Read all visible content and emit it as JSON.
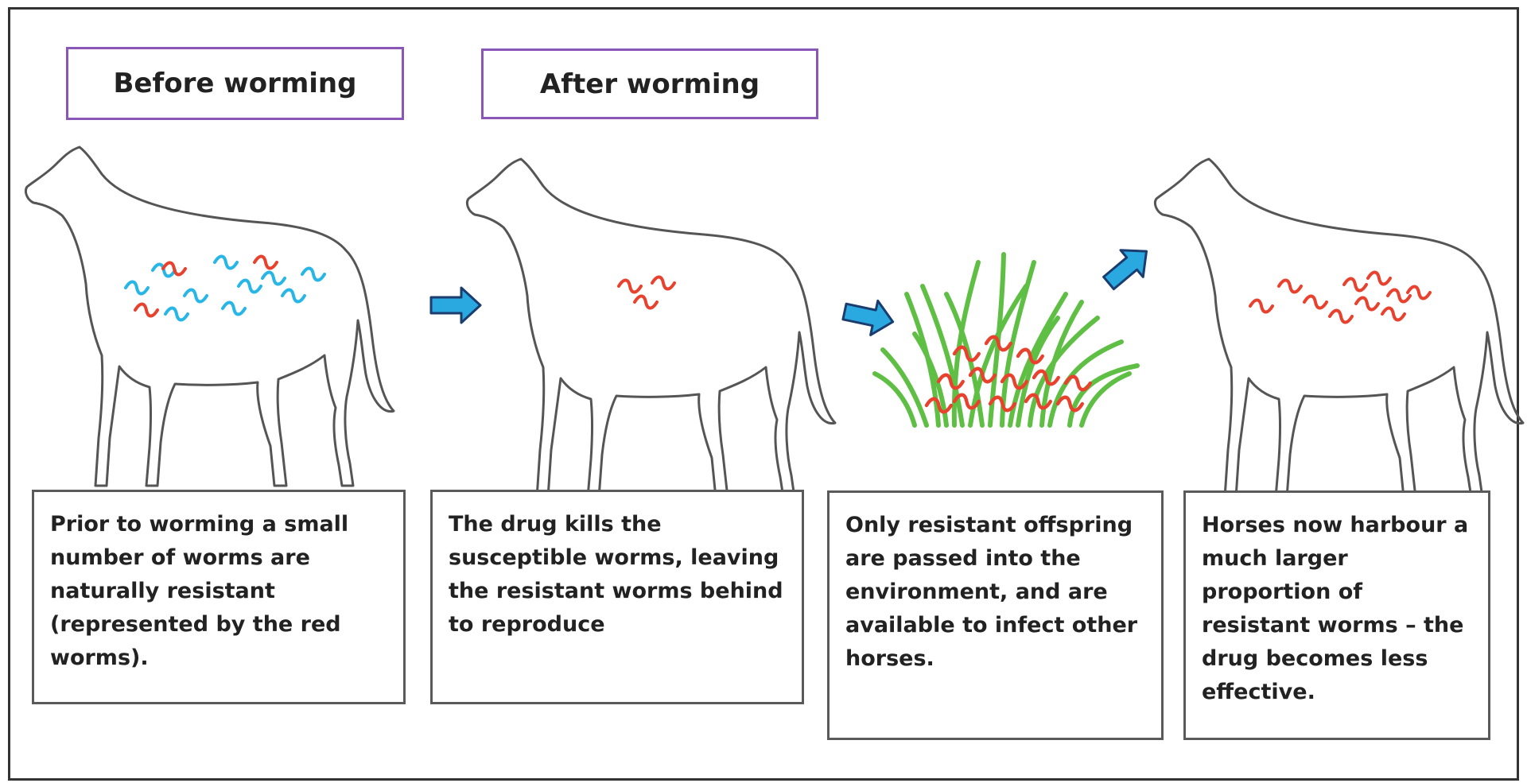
{
  "labels": {
    "before": "Before worming",
    "after": "After worming"
  },
  "captions": [
    "Prior to worming a small number of worms are naturally resistant (represented by the red worms).",
    "The drug kills the susceptible worms, leaving the resistant worms behind to reproduce",
    "Only resistant offspring are passed into the environment, and are available to infect other horses.",
    "Horses now harbour a much larger proportion of resistant worms – the drug becomes less effective."
  ],
  "colors": {
    "resistant_worm": "#e8422f",
    "susceptible_worm": "#27b6e6",
    "arrow": "#2aa8e0",
    "grass": "#5fbf45",
    "label_border": "#8a57b8"
  }
}
